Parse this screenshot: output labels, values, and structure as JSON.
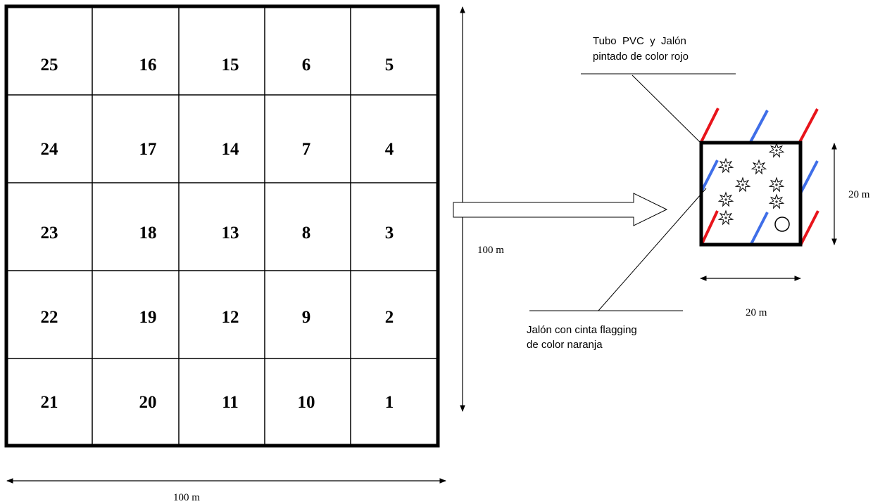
{
  "grid": {
    "rows": [
      [
        "25",
        "16",
        "15",
        "6",
        "5"
      ],
      [
        "24",
        "17",
        "14",
        "7",
        "4"
      ],
      [
        "23",
        "18",
        "13",
        "8",
        "3"
      ],
      [
        "22",
        "19",
        "12",
        "9",
        "2"
      ],
      [
        "21",
        "20",
        "11",
        "10",
        "1"
      ]
    ]
  },
  "dimensions": {
    "grid_height": "100 m",
    "grid_width": "100 m",
    "plot_height": "20 m",
    "plot_width": "20 m"
  },
  "callouts": {
    "red_stake": [
      "Tubo  PVC  y  Jalón",
      "pintado de color rojo"
    ],
    "orange_stake": [
      "Jalón con cinta flagging",
      "de color naranja"
    ]
  },
  "colors": {
    "red_stake": "#e8141b",
    "blue_stake": "#3f6ee8",
    "line": "#000000"
  },
  "icons": {
    "tree": "tree-icon",
    "circle": "circle-marker-icon"
  }
}
